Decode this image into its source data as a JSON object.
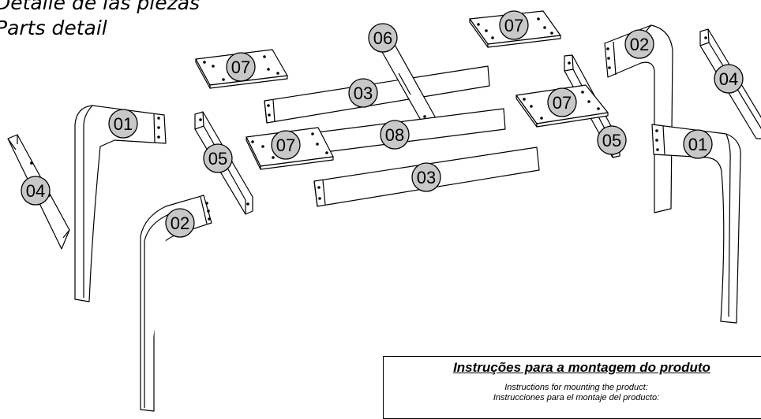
{
  "header": {
    "title_es": "Detalle de las piezas",
    "title_en": "Parts detail"
  },
  "part_labels": {
    "p01": "01",
    "p02": "02",
    "p03": "03",
    "p04": "04",
    "p05": "05",
    "p06": "06",
    "p07": "07",
    "p08": "08"
  },
  "instructions": {
    "title_pt": "Instruções para a montagem do produto",
    "subtitle_en": "Instructions for mounting the product:",
    "subtitle_es": "Instrucciones para el montaje del producto:"
  },
  "colors": {
    "badge_fill": "#c8c8c8",
    "outline": "#000000",
    "background": "#ffffff"
  }
}
